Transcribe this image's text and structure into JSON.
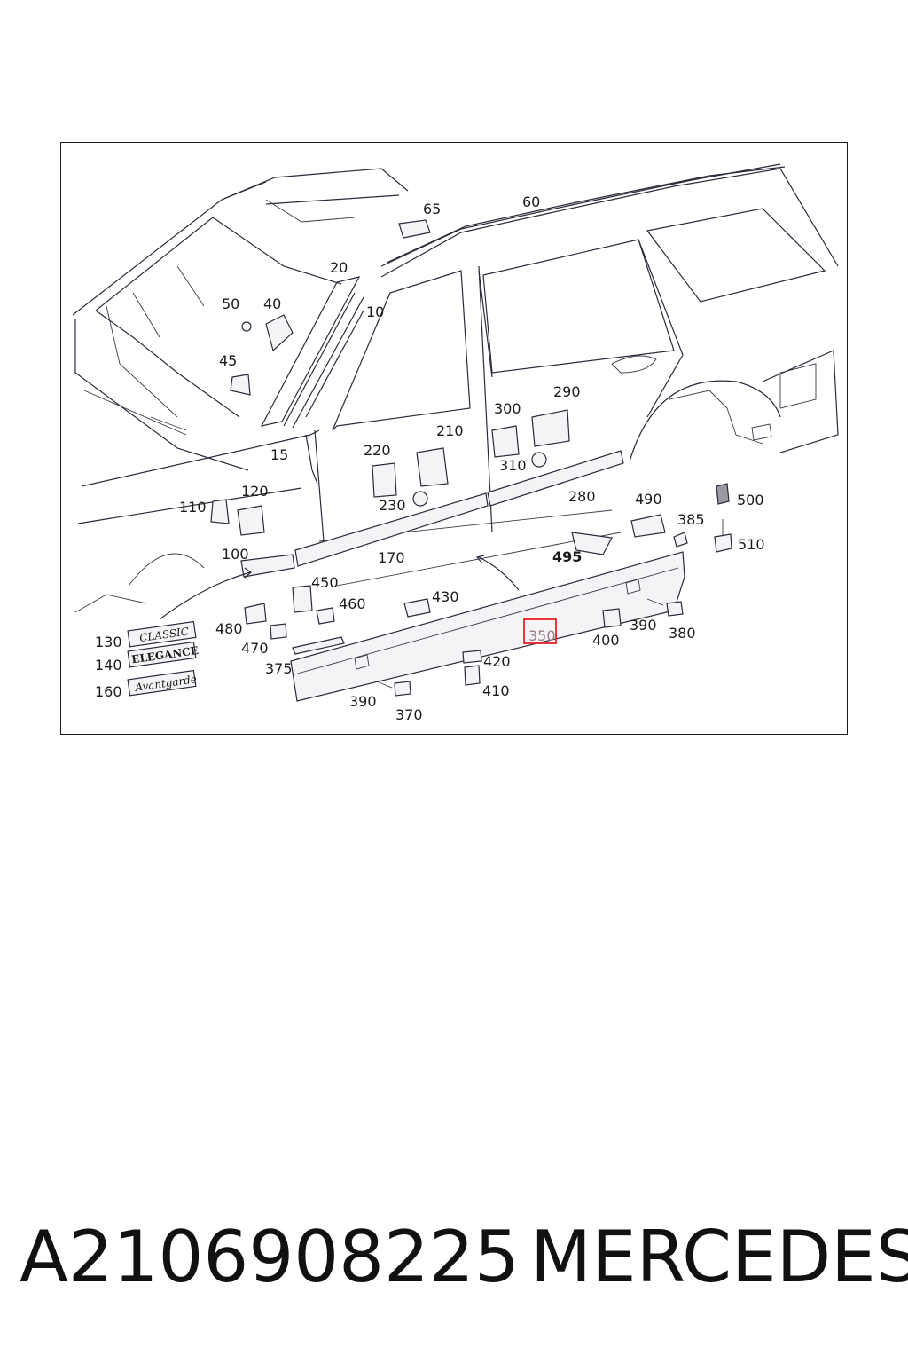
{
  "diagram": {
    "callouts": {
      "c10": "10",
      "c15": "15",
      "c20": "20",
      "c40": "40",
      "c45": "45",
      "c50": "50",
      "c60": "60",
      "c65": "65",
      "c100": "100",
      "c110": "110",
      "c120": "120",
      "c130": "130",
      "c140": "140",
      "c160": "160",
      "c170": "170",
      "c210": "210",
      "c220": "220",
      "c230": "230",
      "c280": "280",
      "c290": "290",
      "c300": "300",
      "c310": "310",
      "c350": "350",
      "c370": "370",
      "c375": "375",
      "c380": "380",
      "c385": "385",
      "c390a": "390",
      "c390b": "390",
      "c400": "400",
      "c410": "410",
      "c420": "420",
      "c430": "430",
      "c450": "450",
      "c460": "460",
      "c470": "470",
      "c480": "480",
      "c490": "490",
      "c495": "495",
      "c500": "500",
      "c510": "510"
    },
    "badges": {
      "classic": "CLASSIC",
      "elegance": "ELEGANCE",
      "avantgarde": "Avantgarde"
    },
    "highlighted_callout": "350",
    "highlight_color": "#e8202a"
  },
  "footer": {
    "part_number": "A2106908225",
    "brand": "MERCEDES"
  }
}
